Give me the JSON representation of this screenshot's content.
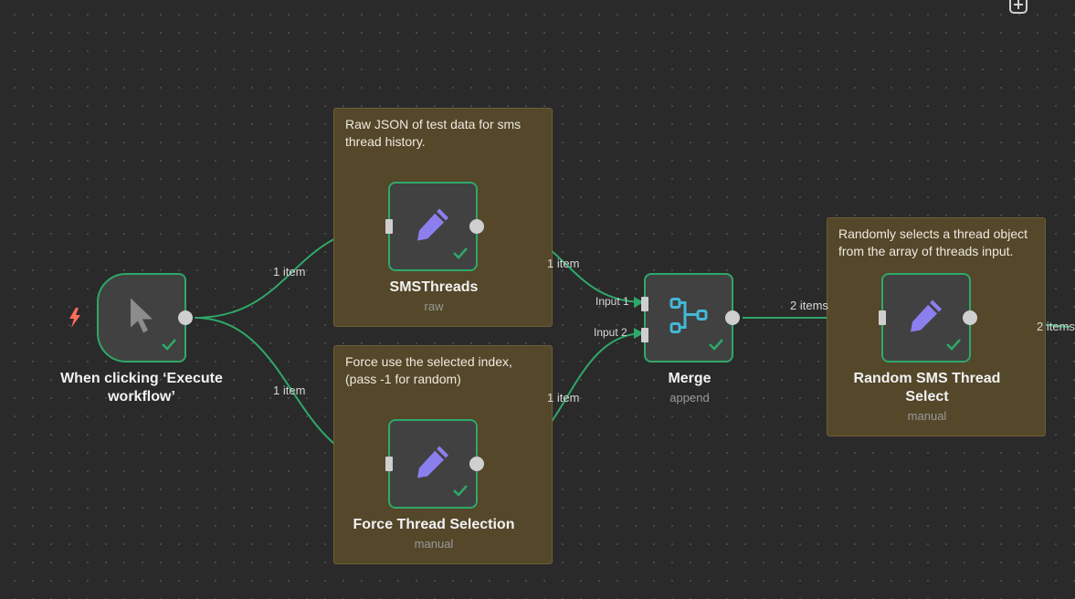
{
  "colors": {
    "canvas": "#2a2a2a",
    "node_border_success": "#2fa86a",
    "edge": "#2fa86a",
    "sticky_bg": "#54472a",
    "pencil_icon": "#8b7ff0",
    "merge_icon": "#43b8d6",
    "trigger_bolt": "#ff6d5a"
  },
  "toolbar": {
    "add_icon": "plus-square-icon"
  },
  "stickies": [
    {
      "text": "Raw JSON of test data for sms thread history."
    },
    {
      "text": "Force use the selected index, (pass -1 for random)"
    },
    {
      "text": "Randomly selects a thread object from the array of threads input."
    }
  ],
  "nodes": {
    "trigger": {
      "title": "When clicking ‘Execute workflow’",
      "icon": "cursor-icon"
    },
    "sms_threads": {
      "title": "SMSThreads",
      "subtitle": "raw",
      "icon": "pencil-icon"
    },
    "force_thread": {
      "title": "Force Thread Selection",
      "subtitle": "manual",
      "icon": "pencil-icon"
    },
    "merge": {
      "title": "Merge",
      "subtitle": "append",
      "icon": "merge-icon",
      "input1": "Input 1",
      "input2": "Input 2"
    },
    "random_select": {
      "title": "Random SMS Thread Select",
      "subtitle": "manual",
      "icon": "pencil-icon"
    }
  },
  "edges": {
    "trigger_to_sms": "1 item",
    "trigger_to_force": "1 item",
    "sms_to_merge": "1 item",
    "force_to_merge": "1 item",
    "merge_to_random": "2 items",
    "random_out": "2 items"
  }
}
